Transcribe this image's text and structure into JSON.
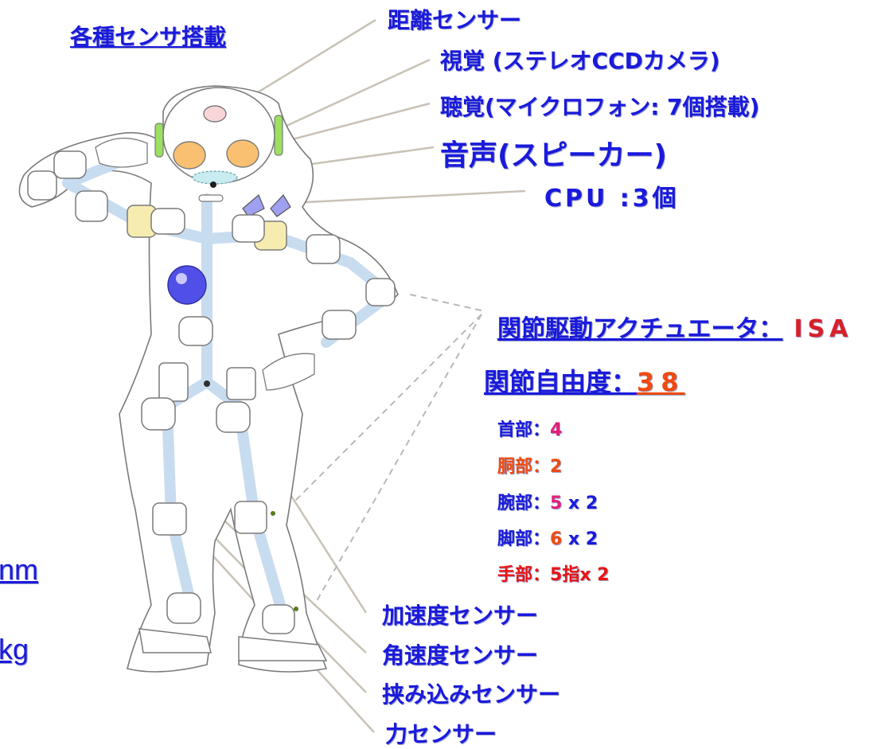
{
  "title": "各種センサ搭載",
  "sensors_top": {
    "distance": "距離センサー",
    "vision": "視覚 (ステレオCCDカメラ)",
    "hearing": "聴覚(マイクロフォン: 7個搭載)",
    "voice": "音声(スピーカー)",
    "cpu": "CPU :3個"
  },
  "actuator": {
    "label": "関節駆動アクチュエータ：",
    "value": "ISA"
  },
  "dof": {
    "label": "関節自由度：",
    "value": "38",
    "items": [
      {
        "part": "首部：",
        "value": "4",
        "suffix": ""
      },
      {
        "part": "胴部：",
        "value": "2",
        "suffix": ""
      },
      {
        "part": "腕部：",
        "value": "5",
        "suffix": " x 2"
      },
      {
        "part": "脚部：",
        "value": "6",
        "suffix": " x 2"
      },
      {
        "part": "手部：",
        "value": "5指",
        "suffix": "x 2"
      }
    ]
  },
  "sensors_bottom": {
    "accel": "加速度センサー",
    "gyro": "角速度センサー",
    "pinch": "挟み込みセンサー",
    "force": "力センサー"
  },
  "left_cut": {
    "line1": "nm",
    "line2": "kg"
  },
  "colors": {
    "text": "#1a1adc",
    "accent": "#d8202a",
    "pink": "#e0207a",
    "orange": "#f04a10",
    "red": "#e81414",
    "limb": "#c8dcf0"
  }
}
